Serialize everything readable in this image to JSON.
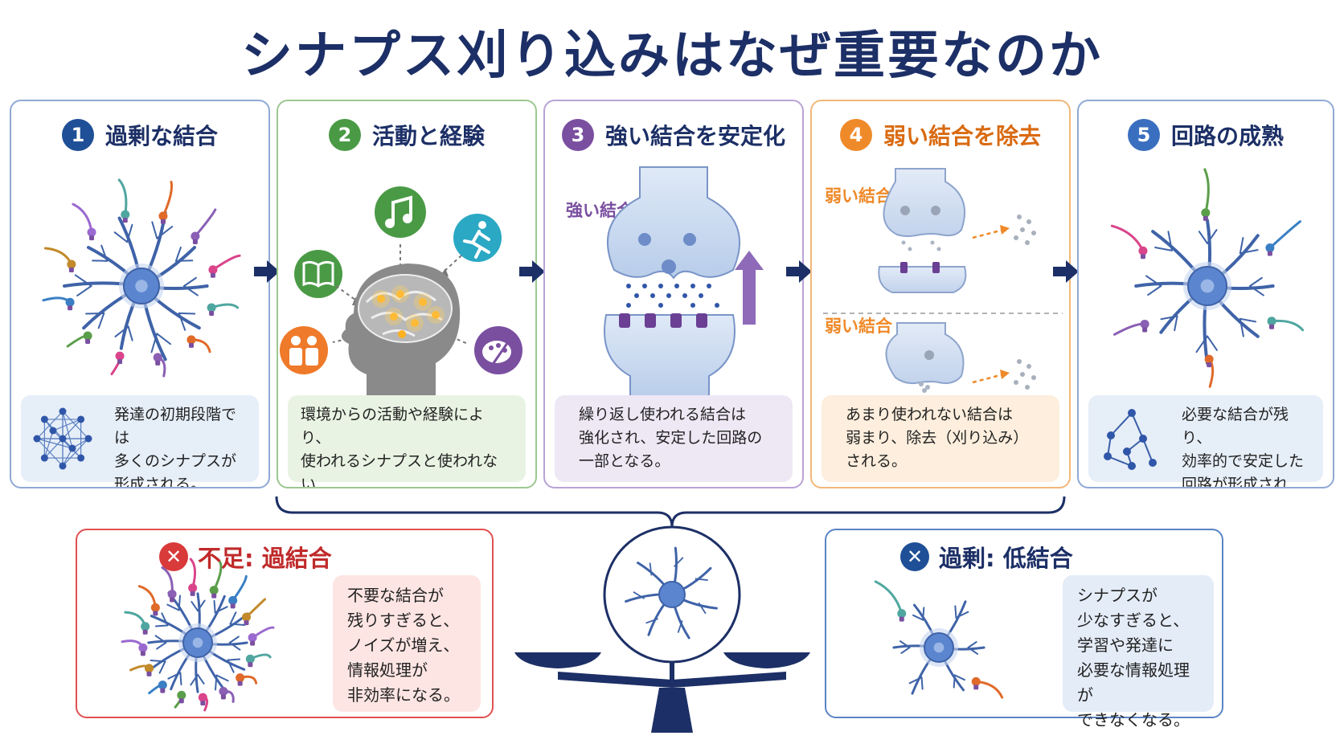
{
  "title": "シナプス刈り込みはなぜ重要なのか",
  "colors": {
    "navy": "#1c2f66",
    "blue": "#1f4f96",
    "green": "#4a9a45",
    "purple": "#7a4fa0",
    "orange": "#ef8a2a",
    "red": "#d93a3a",
    "neuron": "#4a74c4"
  },
  "steps": [
    {
      "num": "1",
      "title": "過剰な結合",
      "text": "発達の初期段階では\n多くのシナプスが\n形成される。",
      "icon": "dense-network-icon"
    },
    {
      "num": "2",
      "title": "活動と経験",
      "text": "環境からの活動や経験により、\n使われるシナプスと使われない\nシナプスに差が生じる。",
      "icons": [
        "book-icon",
        "music-icon",
        "running-icon",
        "people-icon",
        "palette-icon",
        "brain-icon"
      ]
    },
    {
      "num": "3",
      "title": "強い結合を安定化",
      "label": "強い結合",
      "text": "繰り返し使われる結合は\n強化され、安定した回路の\n一部となる。",
      "icon": "synapse-icon"
    },
    {
      "num": "4",
      "title": "弱い結合を除去",
      "label_top": "弱い結合",
      "label_bottom": "弱い結合",
      "text": "あまり使われない結合は\n弱まり、除去（刈り込み）\nされる。",
      "icon": "weak-synapse-icon"
    },
    {
      "num": "5",
      "title": "回路の成熟",
      "text": "必要な結合が残り、\n効率的で安定した\n回路が形成される。",
      "icon": "sparse-network-icon"
    }
  ],
  "balance": {
    "left": {
      "title": "不足: 過結合",
      "text": "不要な結合が\n残りすぎると、\nノイズが増え、\n情報処理が\n非効率になる。"
    },
    "right": {
      "title": "過剰: 低結合",
      "text": "シナプスが\n少なすぎると、\n学習や発達に\n必要な情報処理が\nできなくなる。"
    }
  }
}
